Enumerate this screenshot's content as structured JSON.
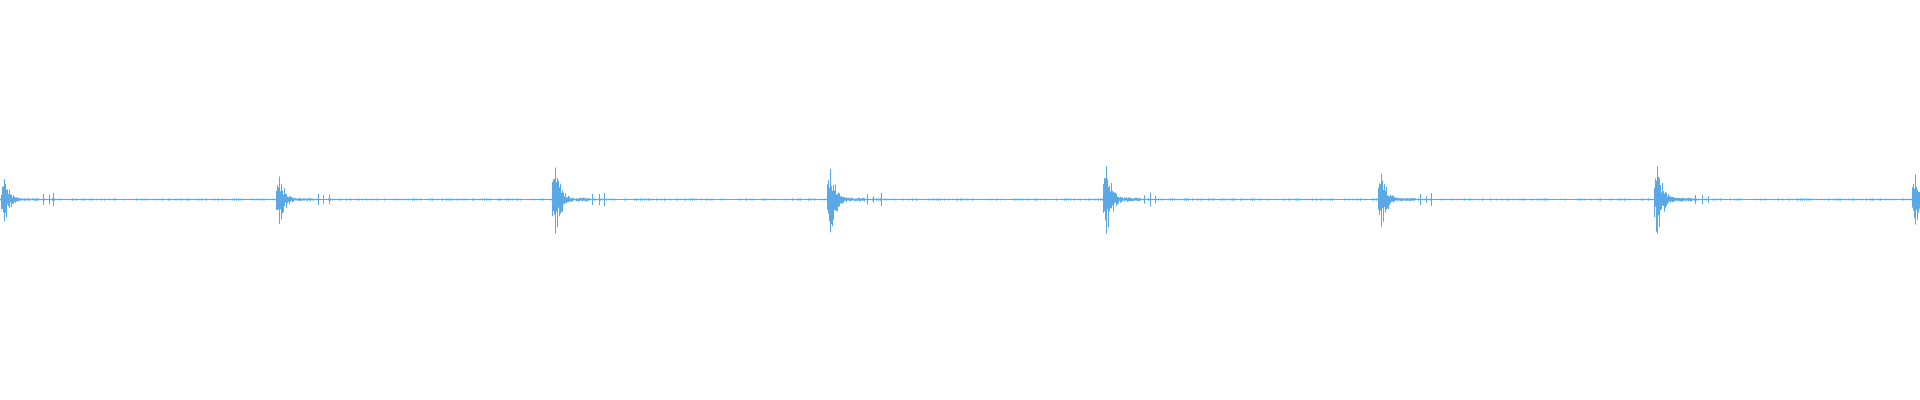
{
  "waveform": {
    "color": "#5aa9e6",
    "background": "#ffffff",
    "duration_s": 8.0,
    "amplitude_range": [
      -1,
      1
    ],
    "baseline_noise": 0.012,
    "transients": [
      {
        "time_s": 0.0,
        "peak_pos": 0.29,
        "peak_neg": 0.31
      },
      {
        "time_s": 1.15,
        "peak_pos": 0.33,
        "peak_neg": 0.35
      },
      {
        "time_s": 2.3,
        "peak_pos": 0.46,
        "peak_neg": 0.49
      },
      {
        "time_s": 3.45,
        "peak_pos": 0.44,
        "peak_neg": 0.47
      },
      {
        "time_s": 4.6,
        "peak_pos": 0.48,
        "peak_neg": 0.49
      },
      {
        "time_s": 5.75,
        "peak_pos": 0.37,
        "peak_neg": 0.39
      },
      {
        "time_s": 6.9,
        "peak_pos": 0.48,
        "peak_neg": 0.49
      },
      {
        "time_s": 7.98,
        "peak_pos": 0.36,
        "peak_neg": 0.36
      }
    ]
  }
}
